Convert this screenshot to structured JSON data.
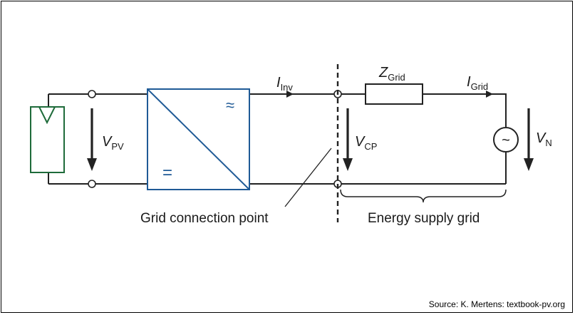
{
  "diagram": {
    "labels": {
      "v_pv_main": "V",
      "v_pv_sub": "PV",
      "i_inv_main": "I",
      "i_inv_sub": "Inv",
      "z_grid_main": "Z",
      "z_grid_sub": "Grid",
      "i_grid_main": "I",
      "i_grid_sub": "Grid",
      "v_cp_main": "V",
      "v_cp_sub": "CP",
      "v_n_main": "V",
      "v_n_sub": "N",
      "inverter_ac_symbol": "≈",
      "inverter_dc_symbol": "=",
      "source_symbol": "~",
      "grid_connection_point": "Grid connection point",
      "energy_supply_grid": "Energy supply grid"
    },
    "colors": {
      "pv_module": "#1e6b3a",
      "inverter": "#1f5a96",
      "wire": "#222222"
    }
  },
  "source_note": "Source: K. Mertens: textbook-pv.org"
}
